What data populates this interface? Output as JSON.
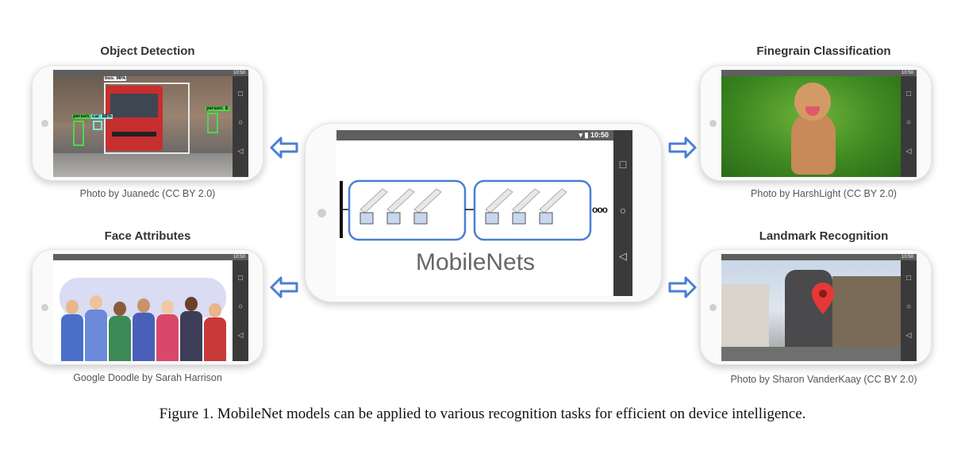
{
  "panels": {
    "object_detection": {
      "title": "Object Detection",
      "credit": "Photo by Juanedc (CC BY 2.0)",
      "labels": {
        "bus": "bus: 98%",
        "car": "car: 88%",
        "person_left": "person:",
        "person_right": "person: 8:"
      }
    },
    "finegrain": {
      "title": "Finegrain Classification",
      "credit": "Photo by HarshLight (CC BY 2.0)"
    },
    "face": {
      "title": "Face Attributes",
      "credit": "Google Doodle by Sarah Harrison"
    },
    "landmark": {
      "title": "Landmark Recognition",
      "credit": "Photo by Sharon VanderKaay (CC BY 2.0)"
    }
  },
  "center_phone": {
    "time": "10:50",
    "label": "MobileNets",
    "ellipsis": "ooo"
  },
  "small_time": "10:50",
  "caption": "Figure 1. MobileNet models can be applied to various recognition tasks for efficient on device intelligence.",
  "colors": {
    "accent": "#4a7fd4",
    "block_fill": "#c8d7ee"
  }
}
